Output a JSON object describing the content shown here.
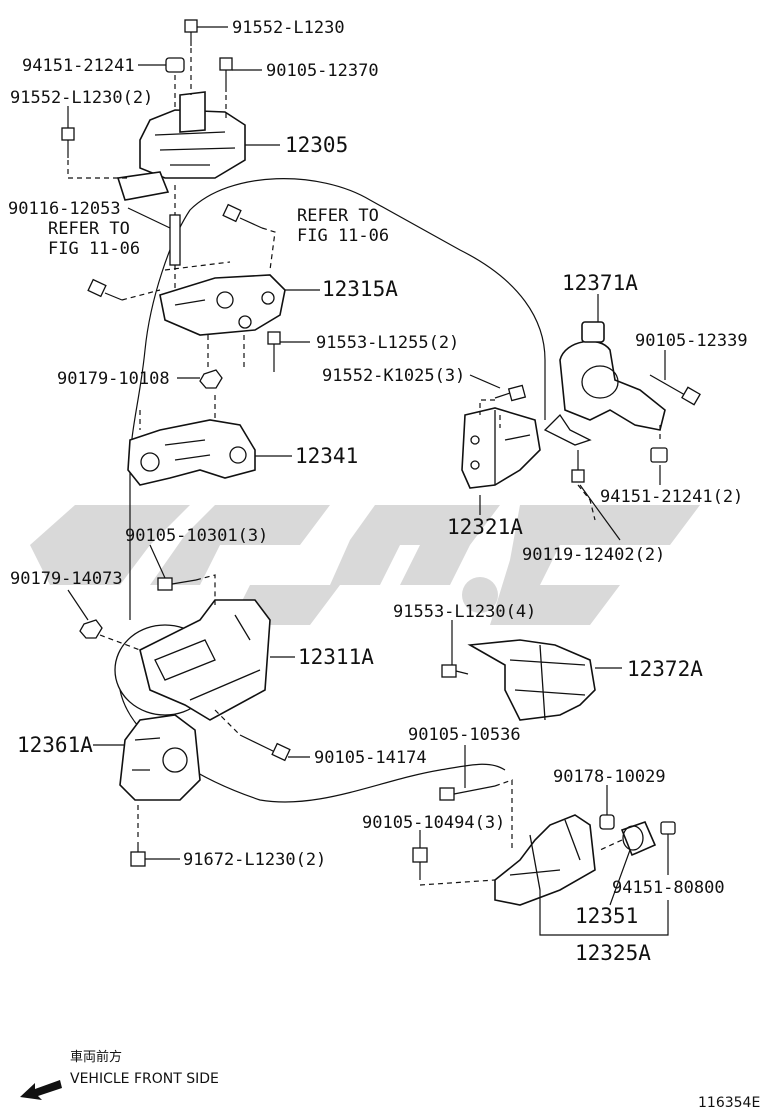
{
  "labels": {
    "b91552_top": "91552-L1230",
    "b94151_top": "94151-21241",
    "b90105_12370": "90105-12370",
    "b91552_2": "91552-L1230(2)",
    "p12305": "12305",
    "b90116": "90116-12053",
    "refer1_line1": "REFER TO",
    "refer1_line2": "FIG 11-06",
    "refer2_line1": "REFER TO",
    "refer2_line2": "FIG 11-06",
    "p12315A": "12315A",
    "p12371A": "12371A",
    "b90105_12339": "90105-12339",
    "b91553_L1255": "91553-L1255(2)",
    "b91552_K1025": "91552-K1025(3)",
    "b90179_10108": "90179-10108",
    "p12341": "12341",
    "b94151_21241_2": "94151-21241(2)",
    "p12321A": "12321A",
    "b90105_10301": "90105-10301(3)",
    "b90119": "90119-12402(2)",
    "b90179_14073": "90179-14073",
    "b91553_L1230": "91553-L1230(4)",
    "p12311A": "12311A",
    "p12372A": "12372A",
    "p12361A": "12361A",
    "b90105_10536": "90105-10536",
    "b90105_14174": "90105-14174",
    "b90178": "90178-10029",
    "b90105_10494": "90105-10494(3)",
    "b91672": "91672-L1230(2)",
    "b94151_80800": "94151-80800",
    "p12351": "12351",
    "p12325A": "12325A"
  },
  "footer": {
    "jp_direction": "車両前方",
    "direction": "VEHICLE FRONT SIDE",
    "diagram_id": "116354E"
  },
  "watermark_color": "#d9d9d9",
  "icons": [
    "direction-arrow-icon"
  ]
}
